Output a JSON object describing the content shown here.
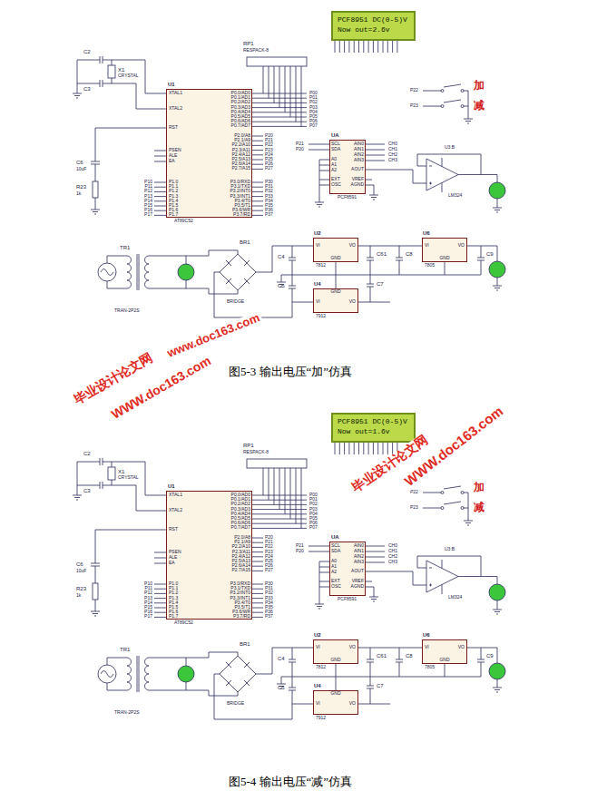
{
  "diagram": {
    "nodes": [
      {
        "text": [
          "PCF8951 DC(0-5)V",
          "Now out=2.6v"
        ]
      },
      {
        "text": [
          "U1",
          "AT89C52"
        ]
      },
      {
        "text": [
          "UA",
          "PCF8591"
        ]
      },
      {
        "text": [
          "U2",
          "VI",
          "GND",
          "VO",
          "7812"
        ]
      },
      {
        "text": [
          "U4",
          "VI",
          "GND",
          "VO",
          "7912"
        ]
      },
      {
        "text": [
          "U6",
          "VI",
          "GND",
          "VO",
          "7805"
        ]
      },
      {
        "text": [
          "PCF8951 DC(0-5)V",
          "Now out=1.6v"
        ]
      },
      {
        "text": [
          "U1",
          "AT89C52"
        ]
      },
      {
        "text": [
          "UA",
          "PCF8591"
        ]
      },
      {
        "text": [
          "U2",
          "VI",
          "GND",
          "VO",
          "7812"
        ]
      },
      {
        "text": [
          "U4",
          "VI",
          "GND",
          "VO",
          "7912"
        ]
      },
      {
        "text": [
          "U6",
          "VI",
          "GND",
          "VO",
          "7805"
        ]
      }
    ],
    "edges": [
      {
        "from": 3,
        "to": 5,
        "arrow": "none"
      },
      {
        "from": 9,
        "to": 11,
        "arrow": "none"
      }
    ],
    "labels": [
      "C2",
      "C3",
      "X1",
      "CRYSTAL",
      "RP1",
      "RESPACK-8",
      "C6",
      "10uF",
      "R23",
      "1k",
      "XTAL1",
      "XTAL2",
      "RST",
      "PSEN",
      "ALE",
      "EA",
      "P1.0",
      "P1.1",
      "P1.2",
      "P1.3",
      "P1.4",
      "P1.5",
      "P1.6",
      "P1.7",
      "P0.0/AD0",
      "P0.1/AD1",
      "P0.2/AD2",
      "P0.3/AD3",
      "P0.4/AD4",
      "P0.5/AD5",
      "P0.6/AD6",
      "P0.7/AD7",
      "P2.0/A8",
      "P2.1/A9",
      "P2.2/A10",
      "P2.3/A11",
      "P2.4/A12",
      "P2.5/A13",
      "P2.6/A14",
      "P2.7/A15",
      "P3.0/RXD",
      "P3.1/TXD",
      "P3.2/INT0",
      "P3.3/INT1",
      "P3.4/T0",
      "P3.5/T1",
      "P3.6/WR",
      "P3.7/RD",
      "P10",
      "P11",
      "P12",
      "P13",
      "P14",
      "P15",
      "P16",
      "P17",
      "P00",
      "P01",
      "P02",
      "P03",
      "P04",
      "P05",
      "P06",
      "P07",
      "P20",
      "P21",
      "P22",
      "P23",
      "P24",
      "P25",
      "P26",
      "P27",
      "P30",
      "P31",
      "P32",
      "P33",
      "P34",
      "P35",
      "P36",
      "P37",
      "SCL",
      "SDA",
      "A0",
      "A1",
      "A2",
      "EXT",
      "OSC",
      "AIN0",
      "AIN1",
      "AIN2",
      "AIN3",
      "AOUT",
      "VREF",
      "AGND",
      "CH0",
      "CH1",
      "CH2",
      "CH3",
      "P21",
      "P20",
      "U3:B",
      "LM324",
      "P22",
      "P23",
      "加",
      "减",
      "TR1",
      "TRAN-2P2S",
      "BR1",
      "BRIDGE",
      "C4",
      "C5",
      "C61",
      "C7",
      "C8",
      "C9",
      "www.doc163.com",
      "毕业设计论文网",
      "WWW.doc163.com",
      "图5-3 输出电压“加”仿真",
      "C2",
      "C3",
      "X1",
      "CRYSTAL",
      "RP1",
      "RESPACK-8",
      "C6",
      "10uF",
      "R23",
      "1k",
      "XTAL1",
      "XTAL2",
      "RST",
      "PSEN",
      "ALE",
      "EA",
      "P1.0",
      "P1.1",
      "P1.2",
      "P1.3",
      "P1.4",
      "P1.5",
      "P1.6",
      "P1.7",
      "P0.0/AD0",
      "P0.1/AD1",
      "P0.2/AD2",
      "P0.3/AD3",
      "P0.4/AD4",
      "P0.5/AD5",
      "P0.6/AD6",
      "P0.7/AD7",
      "P2.0/A8",
      "P2.1/A9",
      "P2.2/A10",
      "P2.3/A11",
      "P2.4/A12",
      "P2.5/A13",
      "P2.6/A14",
      "P2.7/A15",
      "P3.0/RXD",
      "P3.1/TXD",
      "P3.2/INT0",
      "P3.3/INT1",
      "P3.4/T0",
      "P3.5/T1",
      "P3.6/WR",
      "P3.7/RD",
      "P10",
      "P11",
      "P12",
      "P13",
      "P14",
      "P15",
      "P16",
      "P17",
      "P00",
      "P01",
      "P02",
      "P03",
      "P04",
      "P05",
      "P06",
      "P07",
      "P20",
      "P21",
      "P22",
      "P23",
      "P24",
      "P25",
      "P26",
      "P27",
      "P30",
      "P31",
      "P32",
      "P33",
      "P34",
      "P35",
      "P36",
      "P37",
      "SCL",
      "SDA",
      "A0",
      "A1",
      "A2",
      "EXT",
      "OSC",
      "AIN0",
      "AIN1",
      "AIN2",
      "AIN3",
      "AOUT",
      "VREF",
      "AGND",
      "CH0",
      "CH1",
      "CH2",
      "CH3",
      "P21",
      "P20",
      "U3:B",
      "LM324",
      "P22",
      "P23",
      "加",
      "减",
      "TR1",
      "TRAN-2P2S",
      "BR1",
      "BRIDGE",
      "C4",
      "C5",
      "C61",
      "C7",
      "C8",
      "C9",
      "毕业设计论文网",
      "WWW.doc163.com",
      "图5-4 输出电压“减”仿真"
    ]
  }
}
